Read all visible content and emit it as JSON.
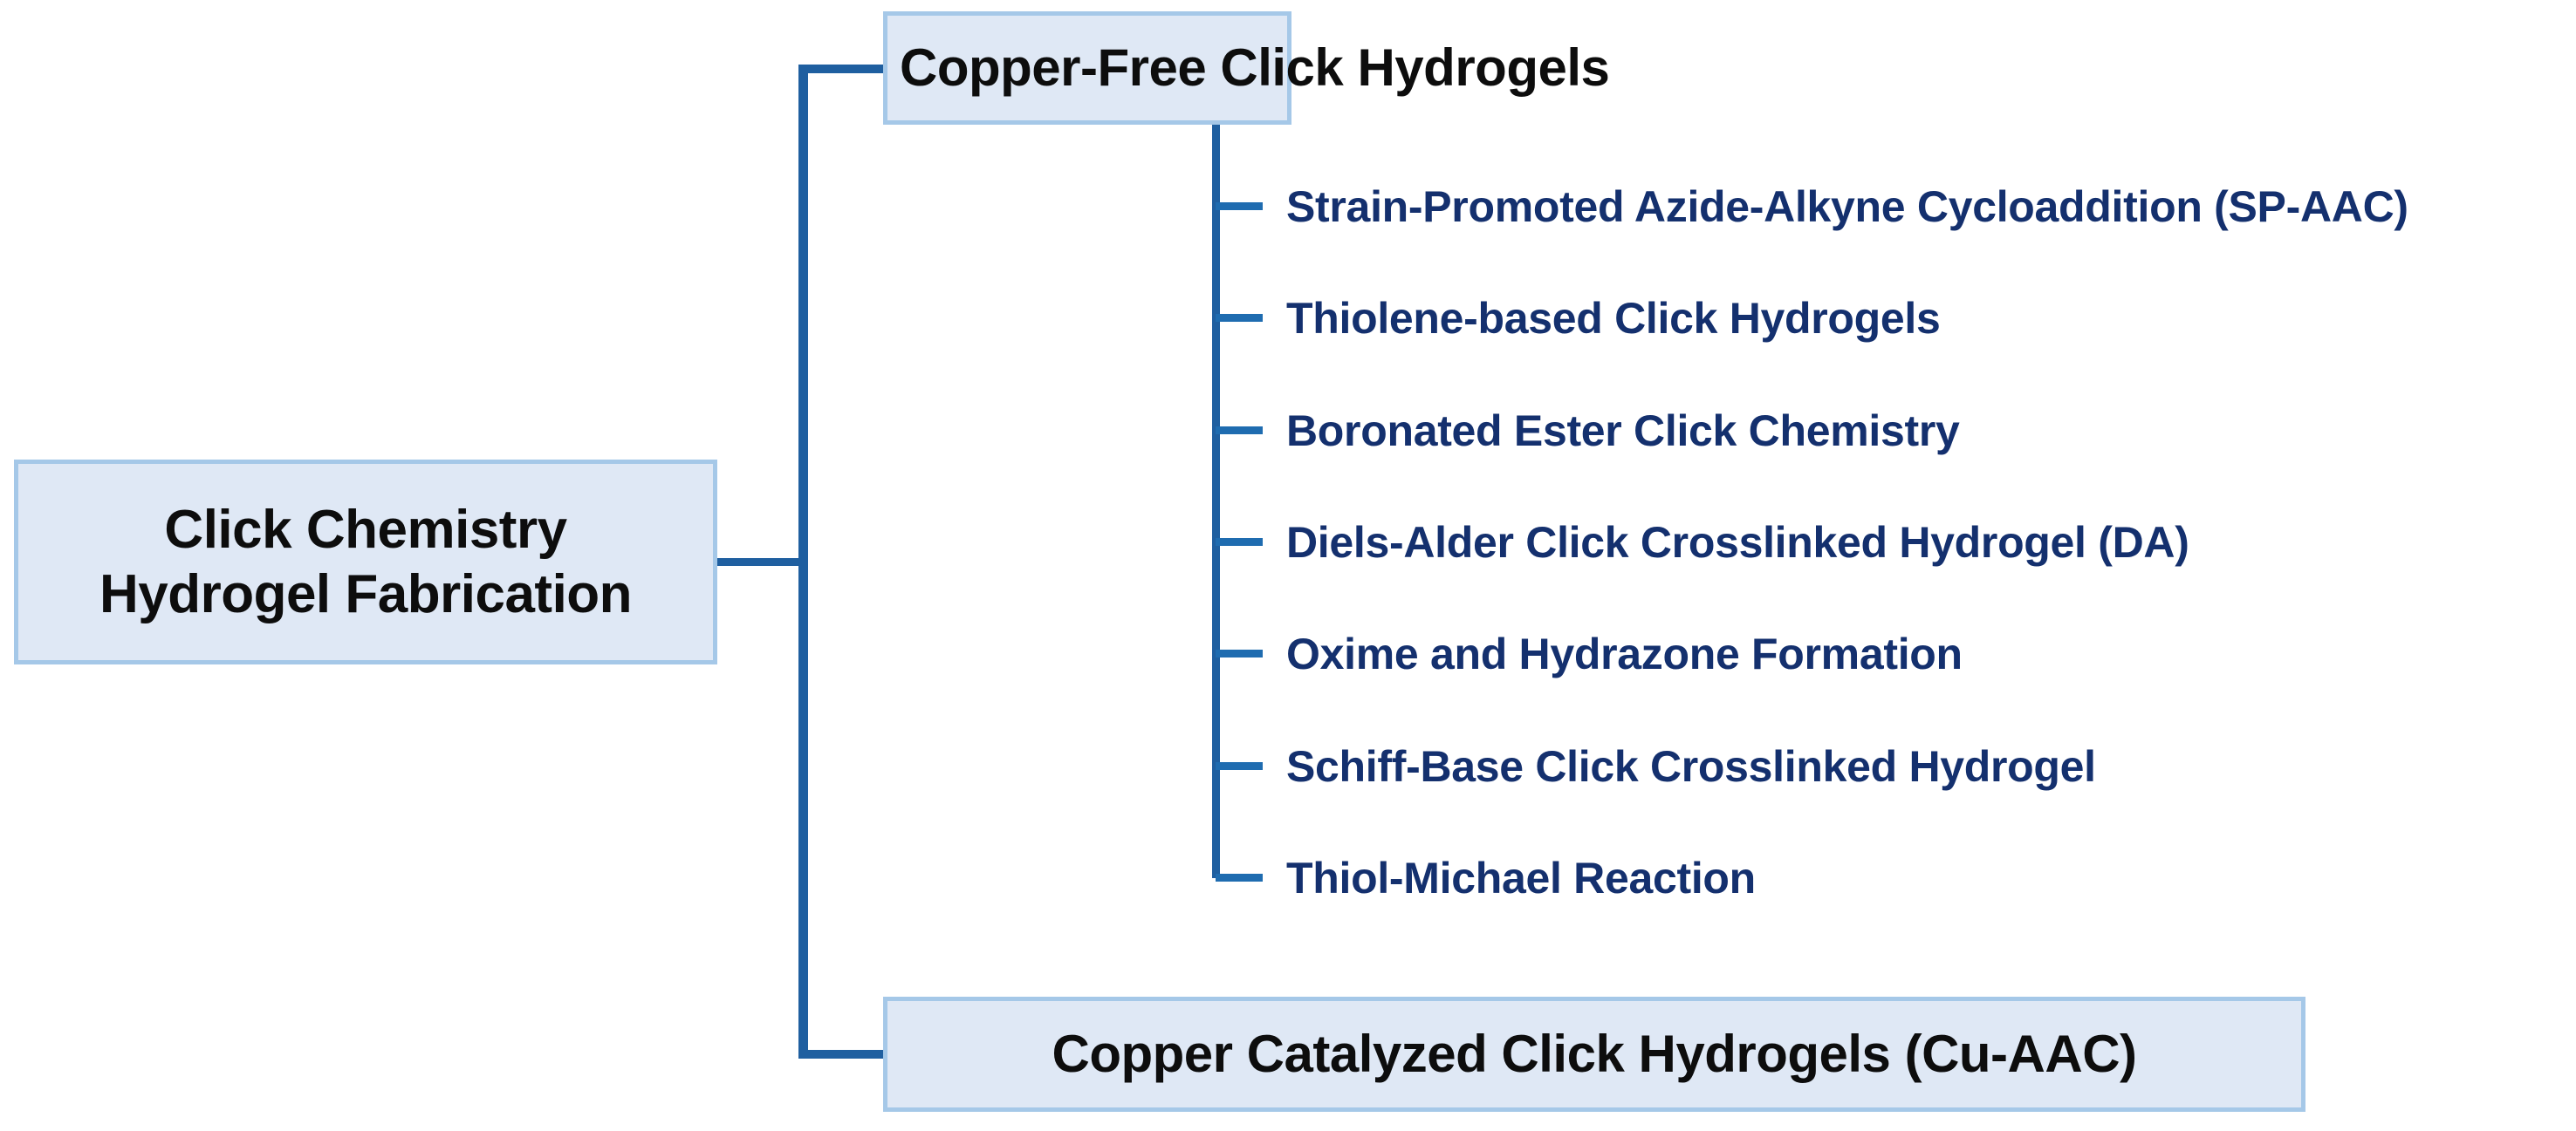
{
  "diagram": {
    "title": "Click Chemistry Hydrogel Fabrication",
    "type": "tree-diagram",
    "colors": {
      "box_fill": "#dfe8f5",
      "box_border": "#a5c8e8",
      "connector": "#1f5fa0",
      "root_text": "#0d0d0d",
      "leaf_text": "#14306e",
      "background": "#ffffff"
    },
    "root": {
      "line1": "Click Chemistry",
      "line2": "Hydrogel Fabrication"
    },
    "branches": [
      {
        "label": "Copper-Free Click Hydrogels",
        "children": [
          {
            "label": "Strain-Promoted Azide-Alkyne Cycloaddition (SP-AAC)"
          },
          {
            "label": "Thiolene-based Click Hydrogels"
          },
          {
            "label": "Boronated Ester Click Chemistry"
          },
          {
            "label": "Diels-Alder Click Crosslinked Hydrogel (DA)"
          },
          {
            "label": "Oxime and Hydrazone Formation"
          },
          {
            "label": "Schiff-Base Click Crosslinked Hydrogel"
          },
          {
            "label": "Thiol-Michael Reaction"
          }
        ]
      },
      {
        "label": "Copper Catalyzed Click Hydrogels (Cu-AAC)",
        "children": []
      }
    ]
  }
}
